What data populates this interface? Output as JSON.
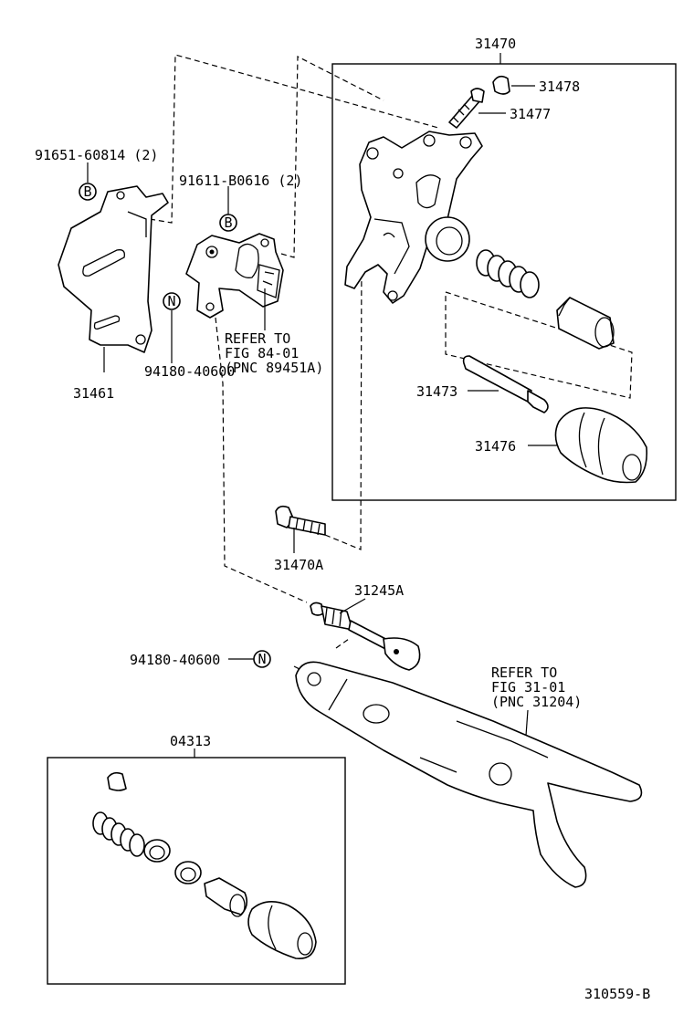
{
  "labels": {
    "l31470": "31470",
    "l31478": "31478",
    "l31477": "31477",
    "l91651": "91651-60814 (2)",
    "l91611": "91611-B0616 (2)",
    "l31461": "31461",
    "l94180a": "94180-40600",
    "refer84_1": "REFER TO",
    "refer84_2": "FIG 84-01",
    "refer84_3": "(PNC 89451A)",
    "l31473": "31473",
    "l31476": "31476",
    "l31470A": "31470A",
    "l31245A": "31245A",
    "l94180b": "94180-40600",
    "refer31_1": "REFER TO",
    "refer31_2": "FIG 31-01",
    "refer31_3": "(PNC 31204)",
    "l04313": "04313",
    "diagram_id": "310559-B"
  },
  "markers": {
    "B": "B",
    "N": "N"
  }
}
